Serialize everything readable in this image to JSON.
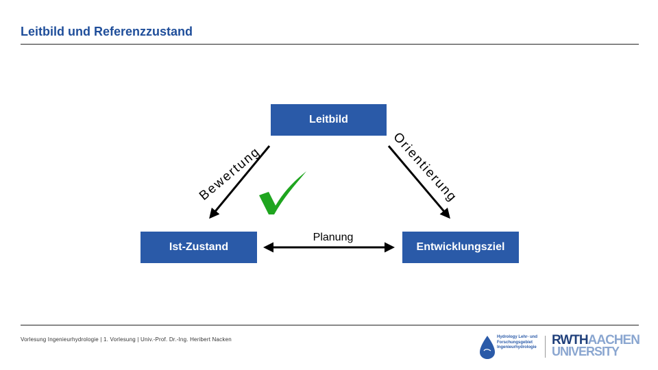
{
  "slide": {
    "title": "Leitbild und Referenzzustand"
  },
  "diagram": {
    "nodes": {
      "top": "Leitbild",
      "left": "Ist-Zustand",
      "right": "Entwicklungsziel"
    },
    "edges": {
      "left_label": "Bewertung",
      "right_label": "Orientierung",
      "bottom_label": "Planung"
    },
    "checkmark_color": "#1fa51f",
    "box_color": "#2a5aa8"
  },
  "footer": {
    "text": "Vorlesung Ingenieurhydrologie | 1. Vorlesung | Univ.-Prof. Dr.-Ing. Heribert Nacken",
    "logo_hydro": "Hydrology Lehr- und Forschungsgebiet Ingenieurhydrologie",
    "logo_rwth_1": "RWTH",
    "logo_rwth_2": "AACHEN",
    "logo_rwth_3": "UNIVERSITY"
  }
}
